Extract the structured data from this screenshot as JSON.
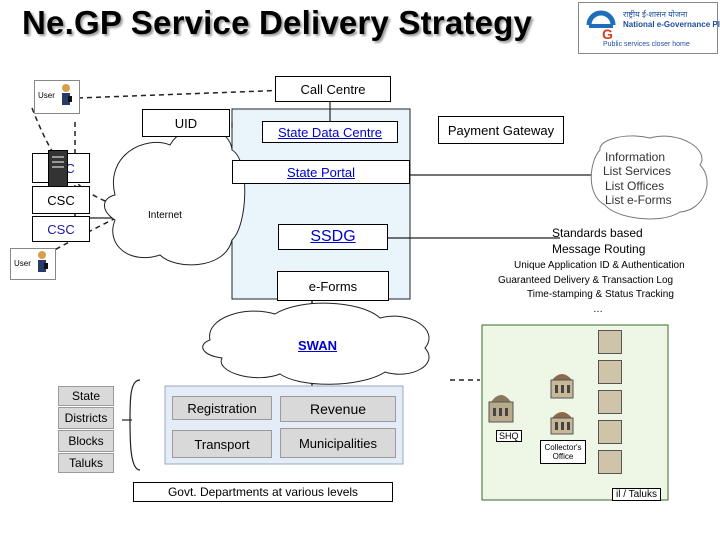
{
  "title": "Ne.GP Service Delivery Strategy",
  "logo": {
    "hindi_line": "राष्ट्रीय ई-शासन योजना",
    "english_line": "National e-Governance Plan",
    "tagline": "Public services closer home"
  },
  "nodes": {
    "user_top": "User",
    "user_bottom": "User",
    "call_centre": "Call Centre",
    "uid": "UID",
    "state_data_centre": "State Data Centre",
    "payment_gateway": "Payment Gateway",
    "csc1": "CSC",
    "csc2": "CSC",
    "csc3": "CSC",
    "internet": "Internet",
    "state_portal": "State Portal",
    "ssdg": "SSDG",
    "eforms": "e-Forms",
    "swan": "SWAN"
  },
  "info_cloud": [
    "Information",
    "List Services",
    "List Offices",
    "List e-Forms"
  ],
  "standards": {
    "heading": "Standards based",
    "heading2": "Message Routing",
    "items": [
      "Unique Application ID & Authentication",
      "Guaranteed Delivery & Transaction Log",
      "Time-stamping & Status Tracking",
      "…"
    ]
  },
  "levels": [
    "State",
    "Districts",
    "Blocks",
    "Taluks"
  ],
  "departments": {
    "registration": "Registration",
    "revenue": "Revenue",
    "transport": "Transport",
    "municipalities": "Municipalities",
    "caption": "Govt. Departments at various levels"
  },
  "offices": {
    "shq": "SHQ",
    "collector": "Collector's Office",
    "tehsil": "il / Taluks"
  },
  "colors": {
    "portal_fill": "#eaf4fb",
    "office_fill": "#eef7e6",
    "dept_fill": "#e4ecf8",
    "gray_box": "#d9d9d9"
  }
}
